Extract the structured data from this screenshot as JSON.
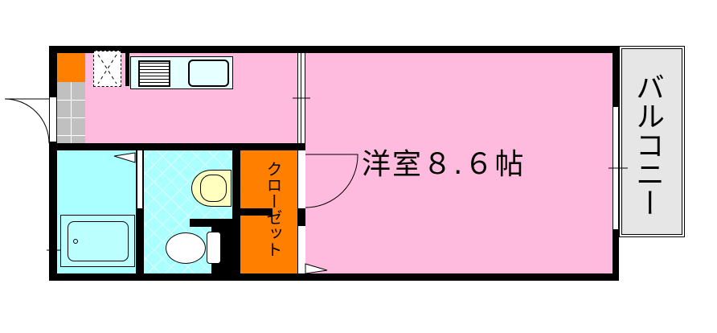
{
  "floorplan": {
    "rooms": {
      "western_room": {
        "label": "洋室８.６帖",
        "type": "洋室",
        "size_jo": "8.6"
      },
      "closet": {
        "label": "クローゼット"
      },
      "balcony": {
        "label": "バルコニー"
      },
      "kitchen": {
        "label": ""
      },
      "bathroom": {
        "label": ""
      },
      "toilet": {
        "label": ""
      }
    },
    "colors": {
      "room": "#ffbbdd",
      "wet_area": "#aaffff",
      "closet": "#ff8000",
      "balcony": "#e6e6e6",
      "wall": "#000000",
      "entrance_tile": "#c0c0c0"
    }
  }
}
